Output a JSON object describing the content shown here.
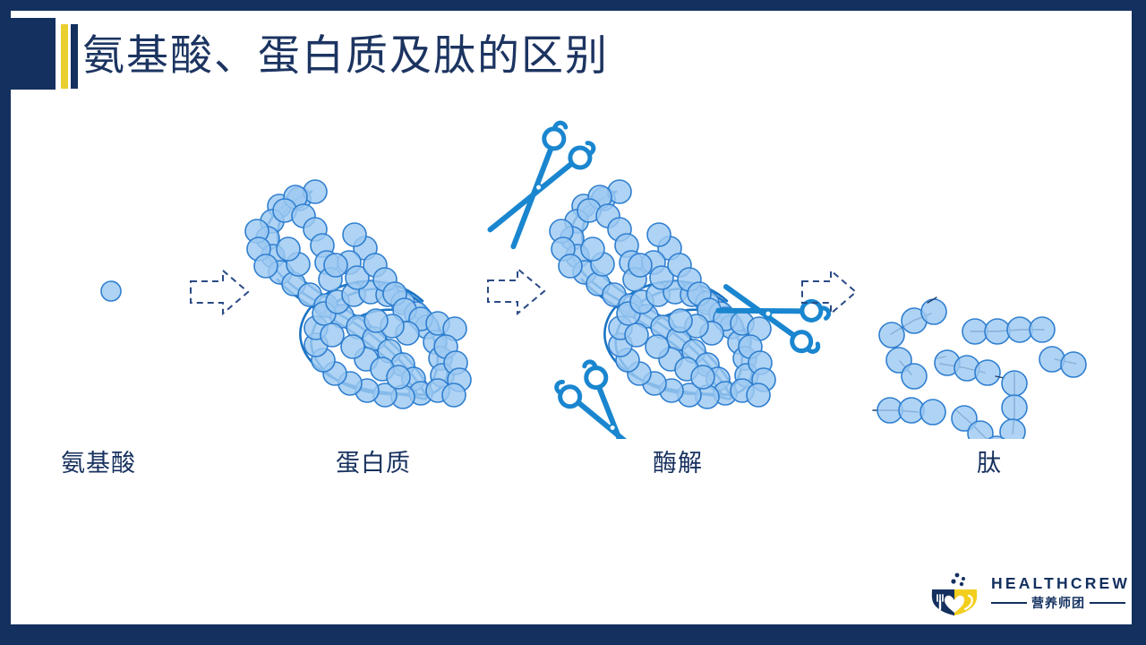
{
  "slide": {
    "title": "氨基酸、蛋白质及肽的区别",
    "background_color": "#ffffff",
    "frame_color": "#13305f",
    "accent_yellow": "#e9cf30",
    "title_color": "#1c3461"
  },
  "diagram": {
    "circle_fill": "#9ec9f2",
    "circle_stroke": "#2f7fd0",
    "chain_stroke": "#1a74c4",
    "scissors_color": "#1a86cf",
    "arrow_stroke": "#2a4a86",
    "stages": [
      {
        "key": "amino",
        "label": "氨基酸"
      },
      {
        "key": "protein",
        "label": "蛋白质"
      },
      {
        "key": "enzyme",
        "label": "酶解"
      },
      {
        "key": "peptide",
        "label": "肽"
      }
    ],
    "arrows": [
      {
        "name": "arrow-amino-to-protein"
      },
      {
        "name": "arrow-protein-to-enzyme"
      },
      {
        "name": "arrow-enzyme-to-peptide"
      }
    ],
    "scissors_count": 3
  },
  "logo": {
    "wordmark": "HEALTHCREW",
    "subtext": "营养师团",
    "navy": "#13305f",
    "yellow": "#f2cf1f"
  }
}
